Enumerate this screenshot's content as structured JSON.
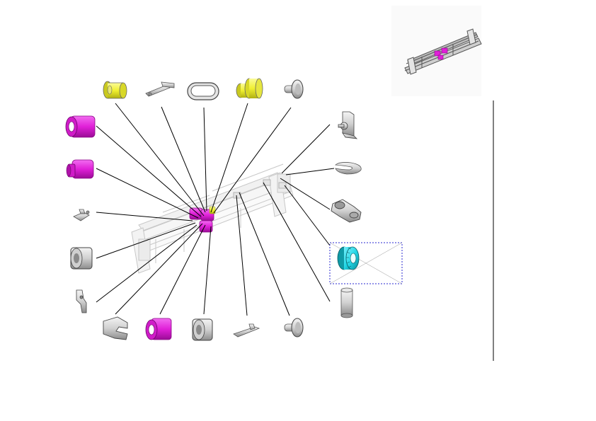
{
  "colors": {
    "magenta": "#e020d8",
    "magenta_dark": "#8a0a86",
    "yellow": "#f2f23a",
    "yellow_dark": "#9a9a10",
    "cyan": "#22d6e6",
    "cyan_dark": "#0a7c88",
    "gray": "#d8d8d8",
    "gray_dark": "#555555",
    "leader": "#000000",
    "highlight_box": "#2a2ad0",
    "divider": "#000000"
  },
  "diagram": {
    "type": "exploded-parts-view",
    "main_assembly": "carriage-rail-assembly",
    "inset_thumbnail": "full-assembly-thumbnail",
    "highlighted_part": "cyan-gear",
    "parts": [
      {
        "id": "yellow-flange-collar",
        "icon": "flange-collar",
        "color": "yellow"
      },
      {
        "id": "wire-clip",
        "icon": "wire-clip",
        "color": "gray"
      },
      {
        "id": "loop-belt",
        "icon": "belt-loop",
        "color": "gray"
      },
      {
        "id": "yellow-stepped-roller",
        "icon": "stepped-roller",
        "color": "yellow"
      },
      {
        "id": "top-pin",
        "icon": "mushroom-pin",
        "color": "gray"
      },
      {
        "id": "bracket-with-screw",
        "icon": "bracket",
        "color": "gray"
      },
      {
        "id": "c-ring",
        "icon": "c-ring",
        "color": "gray"
      },
      {
        "id": "link-plate",
        "icon": "link-plate",
        "color": "gray"
      },
      {
        "id": "cyan-gear",
        "icon": "gear",
        "color": "cyan"
      },
      {
        "id": "tube-sleeve",
        "icon": "tube",
        "color": "gray"
      },
      {
        "id": "bottom-pin",
        "icon": "mushroom-pin",
        "color": "gray"
      },
      {
        "id": "lever-strip",
        "icon": "lever",
        "color": "gray"
      },
      {
        "id": "gray-bushing-bottom",
        "icon": "bushing",
        "color": "gray"
      },
      {
        "id": "magenta-roller-bottom",
        "icon": "roller",
        "color": "magenta"
      },
      {
        "id": "u-clip",
        "icon": "u-clip",
        "color": "gray"
      },
      {
        "id": "spring-bracket",
        "icon": "spring-bracket",
        "color": "gray"
      },
      {
        "id": "gray-bushing-left",
        "icon": "bushing",
        "color": "gray"
      },
      {
        "id": "small-clip",
        "icon": "small-clip",
        "color": "gray"
      },
      {
        "id": "magenta-roller-2",
        "icon": "roller",
        "color": "magenta"
      },
      {
        "id": "magenta-roller-1",
        "icon": "roller",
        "color": "magenta"
      }
    ]
  }
}
